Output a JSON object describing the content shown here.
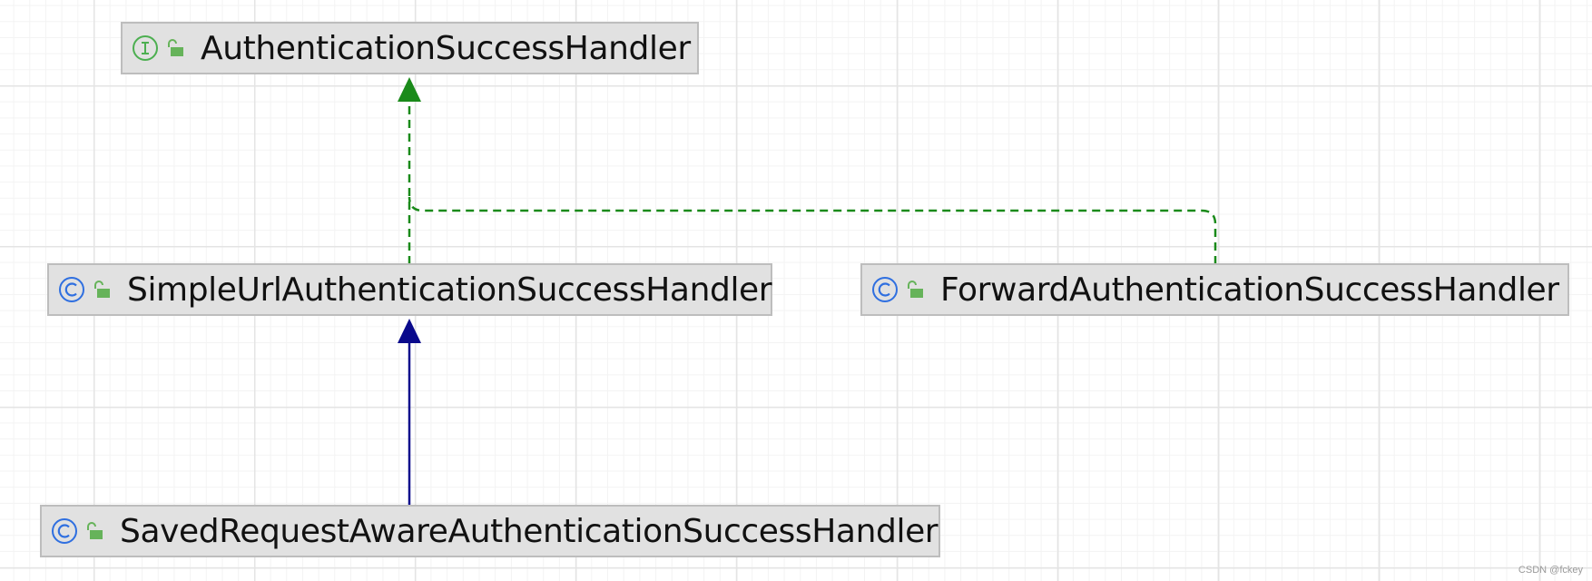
{
  "colors": {
    "realization_edge": "#1a8a1a",
    "generalization_edge": "#0a0a8c",
    "interface_icon": "#4caf50",
    "class_icon": "#2f6fe0",
    "visibility_icon": "#66b35a",
    "node_fill": "#e1e1e1",
    "node_border": "#bdbdbd"
  },
  "nodes": {
    "auth_success_handler": {
      "kind": "interface",
      "kind_icon": "interface-icon",
      "visibility_icon": "public-unlock-icon",
      "label": "AuthenticationSuccessHandler"
    },
    "simple_url_handler": {
      "kind": "class",
      "kind_icon": "class-icon",
      "visibility_icon": "public-unlock-icon",
      "label": "SimpleUrlAuthenticationSuccessHandler"
    },
    "forward_handler": {
      "kind": "class",
      "kind_icon": "class-icon",
      "visibility_icon": "public-unlock-icon",
      "label": "ForwardAuthenticationSuccessHandler"
    },
    "saved_request_handler": {
      "kind": "class",
      "kind_icon": "class-icon",
      "visibility_icon": "public-unlock-icon",
      "label": "SavedRequestAwareAuthenticationSuccessHandler"
    }
  },
  "edges": [
    {
      "from": "simple_url_handler",
      "to": "auth_success_handler",
      "type": "implements",
      "style": "dashed"
    },
    {
      "from": "forward_handler",
      "to": "auth_success_handler",
      "type": "implements",
      "style": "dashed"
    },
    {
      "from": "saved_request_handler",
      "to": "simple_url_handler",
      "type": "extends",
      "style": "solid"
    }
  ],
  "watermark": "CSDN @fckey"
}
